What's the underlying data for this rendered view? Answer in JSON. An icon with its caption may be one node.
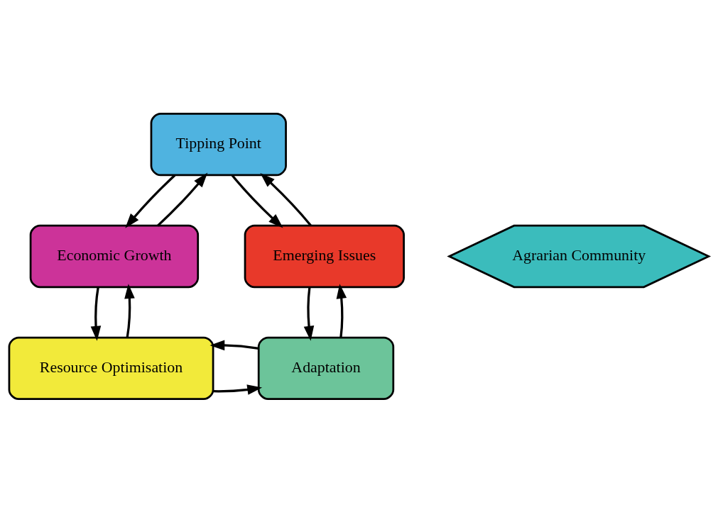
{
  "diagram": {
    "nodes": [
      {
        "text": [
          "Tipping Point"
        ]
      },
      {
        "text": [
          "Emerging Issues"
        ]
      },
      {
        "text": [
          "Adaptation"
        ]
      },
      {
        "text": [
          "Resource Optimisation"
        ]
      },
      {
        "text": [
          "Economic Growth"
        ]
      },
      {
        "text": [
          "Agrarian Community"
        ]
      }
    ],
    "edges": [
      {
        "from": 0,
        "to": 1,
        "arrow": "to"
      },
      {
        "from": 1,
        "to": 0,
        "arrow": "to"
      },
      {
        "from": 1,
        "to": 2,
        "arrow": "to"
      },
      {
        "from": 2,
        "to": 1,
        "arrow": "to"
      },
      {
        "from": 3,
        "to": 2,
        "arrow": "to"
      },
      {
        "from": 2,
        "to": 3,
        "arrow": "to"
      },
      {
        "from": 4,
        "to": 3,
        "arrow": "to"
      },
      {
        "from": 3,
        "to": 4,
        "arrow": "to"
      },
      {
        "from": 4,
        "to": 0,
        "arrow": "to"
      },
      {
        "from": 0,
        "to": 4,
        "arrow": "to"
      }
    ]
  }
}
